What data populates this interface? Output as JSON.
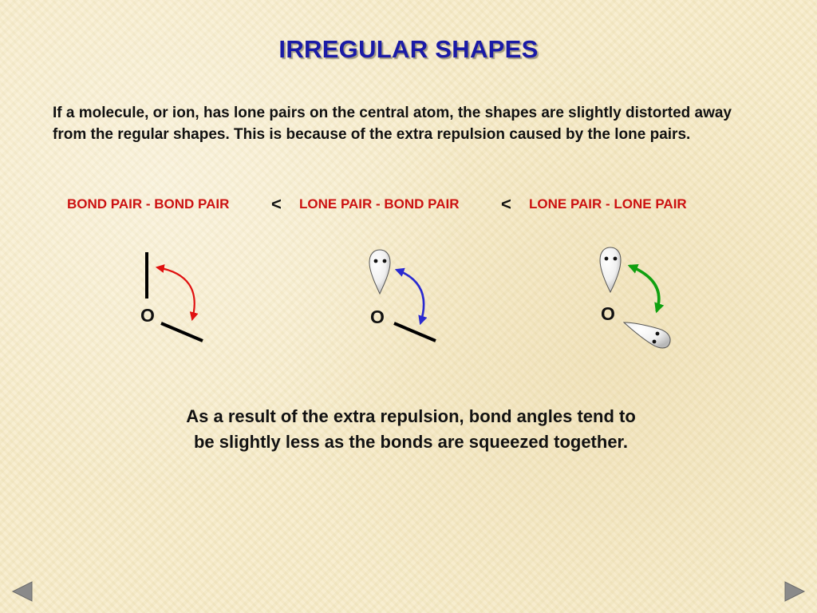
{
  "title": "IRREGULAR SHAPES",
  "intro": "If a molecule, or ion, has lone pairs on the central atom, the shapes are slightly distorted away from the regular shapes. This is because of the extra repulsion caused by the lone pairs.",
  "repulsion_order": {
    "first": "BOND PAIR - BOND PAIR",
    "second": "LONE PAIR - BOND PAIR",
    "third": "LONE PAIR - LONE PAIR",
    "comparator": "<"
  },
  "atoms": {
    "left": "O",
    "middle": "O",
    "right": "O"
  },
  "conclusion": {
    "line1": "As a result of the extra repulsion, bond angles tend to",
    "line2": "be slightly less as the bonds are squeezed together."
  },
  "colors": {
    "title": "#1a1aa6",
    "relation_text": "#cc1111",
    "arrow_bond_bond": "#e01010",
    "arrow_lone_bond": "#2a2ad0",
    "arrow_lone_lone": "#10a010",
    "nav_arrow": "#8a8a8a"
  },
  "icons": {
    "previous": "triangle-left-icon",
    "next": "triangle-right-icon"
  }
}
